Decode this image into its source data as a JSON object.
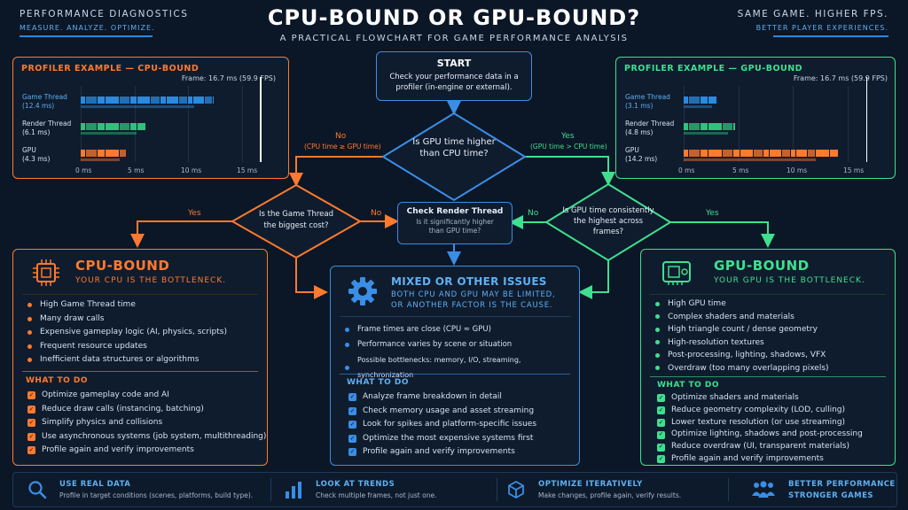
{
  "header": {
    "left_title": "PERFORMANCE DIAGNOSTICS",
    "left_sub": "MEASURE. ANALYZE. OPTIMIZE.",
    "title": "CPU-BOUND OR GPU-BOUND?",
    "subtitle": "A PRACTICAL FLOWCHART FOR GAME PERFORMANCE ANALYSIS",
    "right_title": "SAME GAME. HIGHER FPS.",
    "right_sub": "BETTER PLAYER EXPERIENCES."
  },
  "profiler_cpu": {
    "title": "PROFILER EXAMPLE — CPU-BOUND",
    "frame": "Frame: 16.7 ms (59.9 FPS)",
    "rows": [
      {
        "name": "Game Thread",
        "value": "(12.4 ms)",
        "ms": 12.4
      },
      {
        "name": "Render Thread",
        "value": "(6.1 ms)",
        "ms": 6.1
      },
      {
        "name": "GPU",
        "value": "(4.3 ms)",
        "ms": 4.3
      }
    ],
    "ticks": [
      "0 ms",
      "5 ms",
      "10 ms",
      "15 ms"
    ],
    "frame_ms": 16.7,
    "colors": {
      "title": "#ff7a2e",
      "game": "#2a8ae0",
      "render": "#2ec27e",
      "gpu": "#ff7a2e"
    }
  },
  "profiler_gpu": {
    "title": "PROFILER EXAMPLE — GPU-BOUND",
    "frame": "Frame: 16.7 ms (59.9 FPS)",
    "rows": [
      {
        "name": "Game Thread",
        "value": "(3.1 ms)",
        "ms": 3.1
      },
      {
        "name": "Render Thread",
        "value": "(4.8 ms)",
        "ms": 4.8
      },
      {
        "name": "GPU",
        "value": "(14.2 ms)",
        "ms": 14.2
      }
    ],
    "ticks": [
      "0 ms",
      "5 ms",
      "10 ms",
      "15 ms"
    ],
    "frame_ms": 16.7,
    "colors": {
      "title": "#3ee08f",
      "game": "#2a8ae0",
      "render": "#2ec27e",
      "gpu": "#ff7a2e"
    }
  },
  "flow": {
    "start_title": "START",
    "start_text": "Check your performance data in a profiler (in-engine or external).",
    "q1": "Is GPU time higher than CPU time?",
    "no_left": "No",
    "no_left_sub": "(CPU time ≥ GPU time)",
    "yes_right": "Yes",
    "yes_right_sub": "(GPU time > CPU time)",
    "q_game": "Is the Game Thread the biggest cost?",
    "yes_label": "Yes",
    "no_label": "No",
    "check_title": "Check Render Thread",
    "check_text": "Is it significantly higher than GPU time?",
    "q_gpu": "Is GPU time consistently the highest across frames?",
    "no_label2": "No",
    "yes_label2": "Yes"
  },
  "cpu_bound": {
    "title": "CPU-BOUND",
    "sub": "YOUR CPU IS THE BOTTLENECK.",
    "bullets": [
      "High Game Thread time",
      "Many draw calls",
      "Expensive gameplay logic (AI, physics, scripts)",
      "Frequent resource updates",
      "Inefficient data structures or algorithms"
    ],
    "what_to_do": "WHAT TO DO",
    "actions": [
      "Optimize gameplay code and AI",
      "Reduce draw calls (instancing, batching)",
      "Simplify physics and collisions",
      "Use asynchronous systems (job system, multithreading)",
      "Profile again and verify improvements"
    ],
    "color": "#ff7a2e"
  },
  "mixed": {
    "title": "MIXED OR OTHER ISSUES",
    "sub1": "BOTH CPU AND GPU MAY BE LIMITED,",
    "sub2": "OR ANOTHER FACTOR IS THE CAUSE.",
    "bullets": [
      "Frame times are close (CPU ≈ GPU)",
      "Performance varies by scene or situation",
      "Possible bottlenecks: memory, I/O, streaming, synchronization"
    ],
    "what_to_do": "WHAT TO DO",
    "actions": [
      "Analyze frame breakdown in detail",
      "Check memory usage and asset streaming",
      "Look for spikes and platform-specific issues",
      "Optimize the most expensive systems first",
      "Profile again and verify improvements"
    ],
    "color": "#3a8ee6"
  },
  "gpu_bound": {
    "title": "GPU-BOUND",
    "sub": "YOUR GPU IS THE BOTTLENECK.",
    "bullets": [
      "High GPU time",
      "Complex shaders and materials",
      "High triangle count / dense geometry",
      "High-resolution textures",
      "Post-processing, lighting, shadows, VFX",
      "Overdraw (too many overlapping pixels)"
    ],
    "what_to_do": "WHAT TO DO",
    "actions": [
      "Optimize shaders and materials",
      "Reduce geometry complexity (LOD, culling)",
      "Lower texture resolution (or use streaming)",
      "Optimize lighting, shadows and post-processing",
      "Reduce overdraw (UI, transparent materials)",
      "Profile again and verify improvements"
    ],
    "color": "#3ee08f"
  },
  "footer": [
    {
      "title": "USE REAL DATA",
      "text": "Profile in target conditions (scenes, platforms, build type).",
      "icon": "search-icon"
    },
    {
      "title": "LOOK AT TRENDS",
      "text": "Check multiple frames, not just one.",
      "icon": "bar-chart-icon"
    },
    {
      "title": "OPTIMIZE ITERATIVELY",
      "text": "Make changes, profile again, verify results.",
      "icon": "cube-icon"
    },
    {
      "title": "BETTER PERFORMANCE",
      "text": "STRONGER GAMES",
      "icon": "people-icon"
    }
  ]
}
